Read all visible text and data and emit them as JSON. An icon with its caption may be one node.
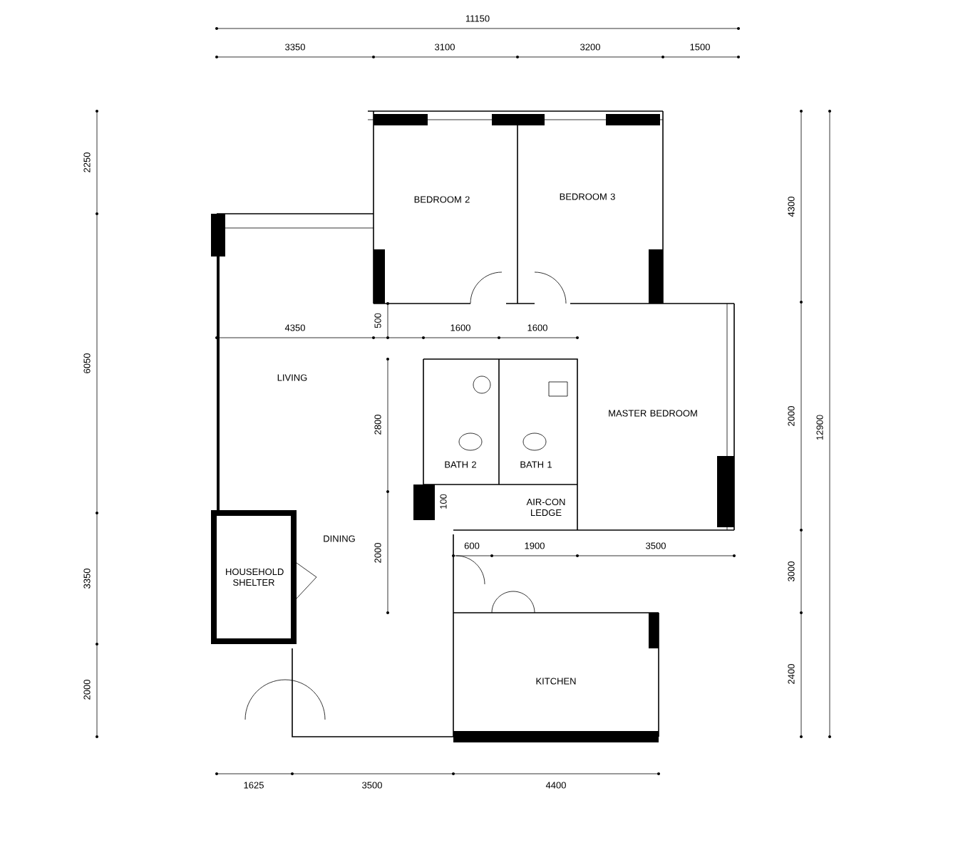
{
  "diagram": {
    "labels": [
      "11150",
      "3350",
      "3100",
      "3200",
      "1500",
      "2250",
      "6050",
      "3350",
      "2000",
      "4300",
      "2000",
      "3000",
      "2400",
      "12900",
      "1625",
      "3500",
      "4400",
      "4350",
      "500",
      "1600",
      "1600",
      "2800",
      "2000",
      "100",
      "600",
      "1900",
      "3500",
      "BEDROOM 2",
      "BEDROOM 3",
      "LIVING",
      "MASTER BEDROOM",
      "BATH 2",
      "BATH 1",
      "AIR-CON LEDGE",
      "DINING",
      "HOUSEHOLD SHELTER",
      "KITCHEN"
    ]
  }
}
